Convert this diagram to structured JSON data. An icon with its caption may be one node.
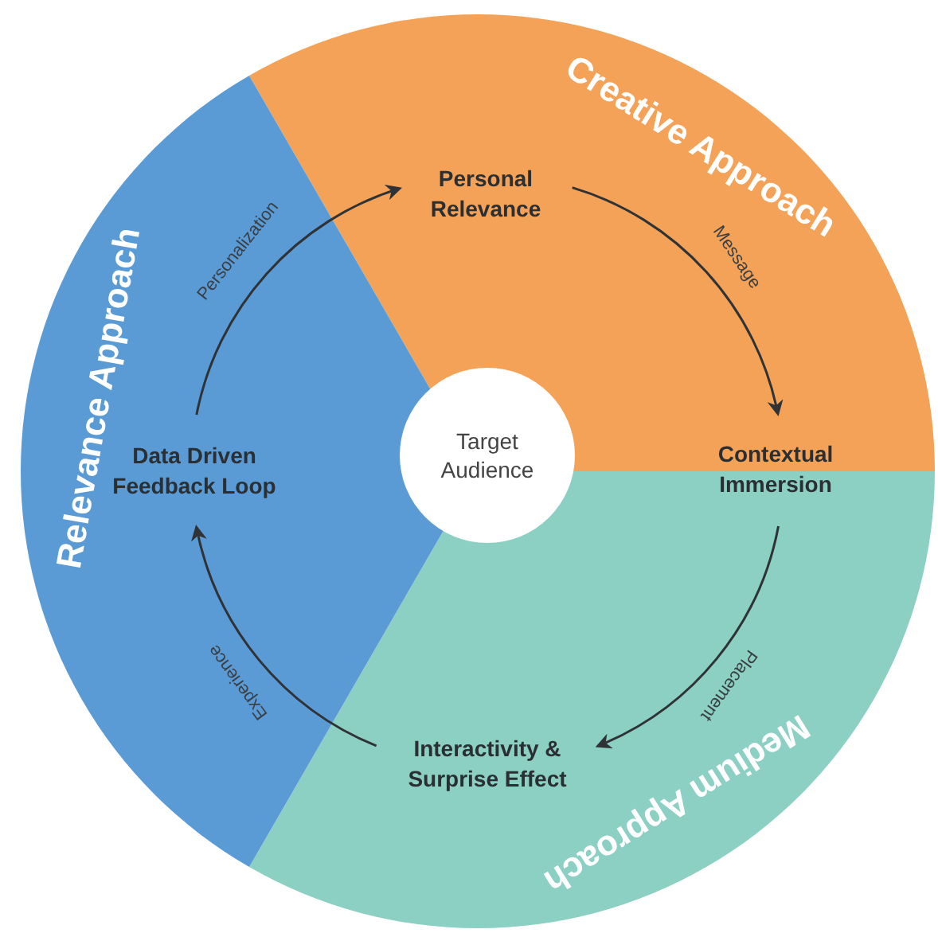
{
  "diagram": {
    "nodes": [
      {
        "text": [
          "Creative Approach"
        ]
      },
      {
        "text": [
          "Medium Approach"
        ]
      },
      {
        "text": [
          "Relevance Approach"
        ]
      },
      {
        "text": [
          "Target Audience"
        ]
      },
      {
        "text": [
          "Personal Relevance"
        ],
        "in": 0
      },
      {
        "text": [
          "Contextual Immersion"
        ]
      },
      {
        "text": [
          "Interactivity & Surprise Effect"
        ],
        "in": 1
      },
      {
        "text": [
          "Data Driven Feedback Loop"
        ],
        "in": 2
      }
    ],
    "edges": [
      {
        "from": 7,
        "to": 4,
        "arrow": "to",
        "label": "Personalization"
      },
      {
        "from": 4,
        "to": 5,
        "arrow": "to",
        "label": "Message"
      },
      {
        "from": 5,
        "to": 6,
        "arrow": "to",
        "label": "Placement"
      },
      {
        "from": 6,
        "to": 7,
        "arrow": "to",
        "label": "Experience"
      }
    ]
  }
}
